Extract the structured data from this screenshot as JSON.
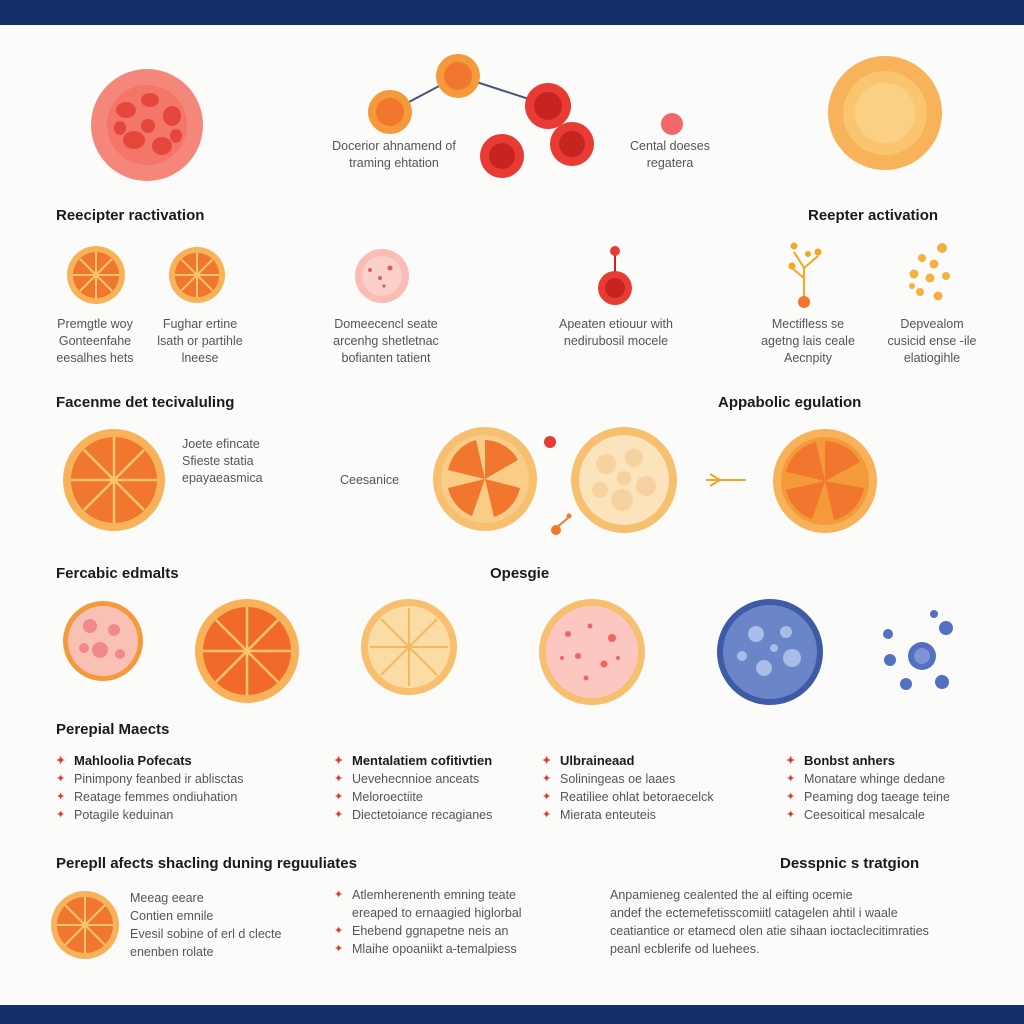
{
  "row1": {
    "chain_caption": [
      "Docerior ahnamend of",
      "traming ehtation"
    ],
    "right_caption": [
      "Cental doeses",
      "regatera"
    ]
  },
  "row2": {
    "heading_left": "Reecipter ractivation",
    "heading_right": "Reepter activation",
    "captions": [
      [
        "Premgtle woy",
        "Gonteenfahe",
        "eesalhes hets"
      ],
      [
        "Fughar ertine",
        "lsath or partihle",
        "lneese"
      ],
      [
        "Domeecencl seate",
        "arcenhg shetletnac",
        "bofianten tatient"
      ],
      [
        "Apeaten etiouur with",
        "nedirubosil mocele"
      ],
      [
        "Mectifless se",
        "agetng lais ceale",
        "Aecnpity"
      ],
      [
        "Depvealom",
        "cusicid ense -ile",
        "elatiogihle"
      ]
    ]
  },
  "row3": {
    "heading_left": "Facenme det tecivaluling",
    "heading_right": "Appabolic egulation",
    "side_text": [
      "Joete efincate",
      "Sfieste statia",
      "epayaeasmica"
    ],
    "middle_label": "Ceesanice"
  },
  "row4": {
    "heading_left": "Fercabic edmalts",
    "heading_center": "Opesgie"
  },
  "effects": {
    "heading": "Perepial Maects",
    "columns": [
      {
        "title": "Mahloolia Pofecats",
        "items": [
          "Pinimpony feanbed ir ablisctas",
          "Reatage femmes ondiuhation",
          "Potagile keduinan"
        ]
      },
      {
        "title": "Mentalatiem cofitivtien",
        "items": [
          "Uevehecnnioe anceats",
          "Meloroectiite",
          "Diectetoiance recagianes"
        ]
      },
      {
        "title": "Ulbraineaad",
        "items": [
          "Soliningeas oe laaes",
          "Reatiliee ohlat betoraecelck",
          "Mierata enteuteis"
        ]
      },
      {
        "title": "Bonbst anhers",
        "items": [
          "Monatare whinge dedane",
          "Peaming dog taeage teine",
          "Ceesoitical mesalcale"
        ]
      }
    ]
  },
  "bottom": {
    "heading_left": "Perepll afects shacling duning reguuliates",
    "heading_right": "Desspnic s tratgion",
    "left_text": [
      "Meeag eeare",
      "Contien emnile",
      "Evesil sobine of erl d clecte",
      "enenben rolate"
    ],
    "middle_items": [
      "Atlemherenenth emning teate",
      "ereaped to ernaagied higlorbal",
      "Ehebend ggnapetne neis an",
      "Mlaihe opoaniikt a-temalpiess"
    ],
    "right_text": [
      "Anpamieneg cealented the al eifting ocemie",
      "andef the ectemefetisscomiitl catagelen ahtil i waale",
      "ceatiantice or etamecd olen atie sihaan ioctaclecitimraties",
      "peanl ecblerife od luehees."
    ]
  },
  "colors": {
    "band": "#14306b",
    "accent": "#e03a30",
    "orange": "#f0772d",
    "blue": "#5c78c0"
  }
}
